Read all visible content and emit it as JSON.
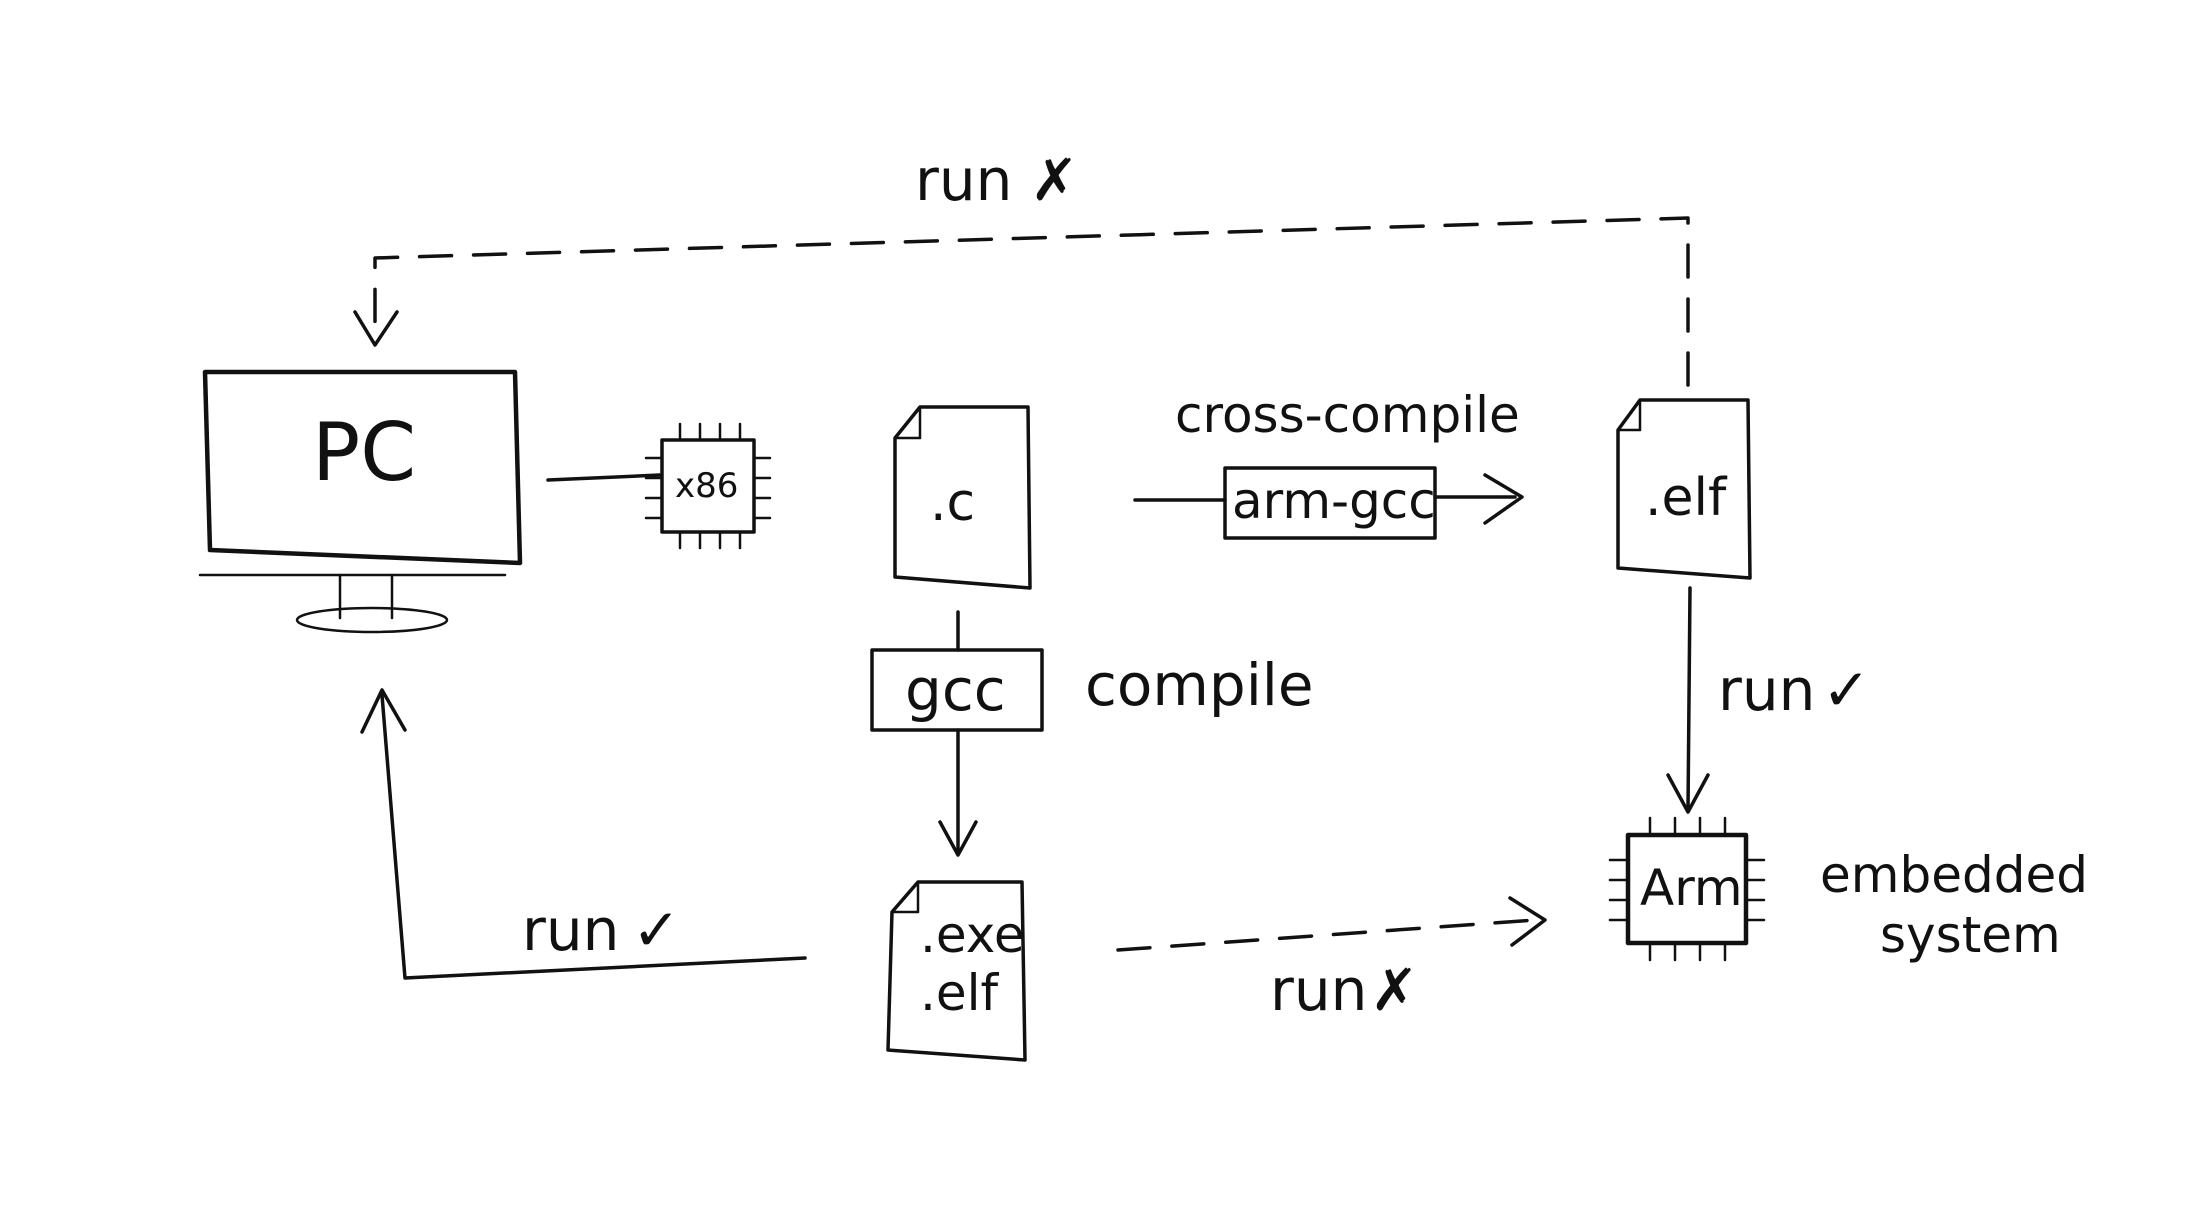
{
  "nodes": {
    "pc": {
      "label": "PC"
    },
    "x86_chip": {
      "label": "x86"
    },
    "c_file": {
      "label": ".c"
    },
    "elf_file": {
      "label": ".elf"
    },
    "gcc_box": {
      "label": "gcc"
    },
    "arm_gcc_box": {
      "label": "arm-gcc"
    },
    "exe_file": {
      "line1": ".exe",
      "line2": ".elf"
    },
    "arm_chip": {
      "label": "Arm"
    },
    "embedded_system": {
      "line1": "embedded",
      "line2": "system"
    }
  },
  "edges": {
    "cross_compile_label": "cross-compile",
    "compile_label": "compile",
    "elf_to_pc_label": "run",
    "elf_to_pc_mark": "✗",
    "elf_to_arm_label": "run",
    "elf_to_arm_mark": "✓",
    "exe_to_pc_label": "run",
    "exe_to_pc_mark": "✓",
    "exe_to_arm_label": "run",
    "exe_to_arm_mark": "✗"
  },
  "style": {
    "ink_color": "#111111",
    "background": "#ffffff"
  }
}
